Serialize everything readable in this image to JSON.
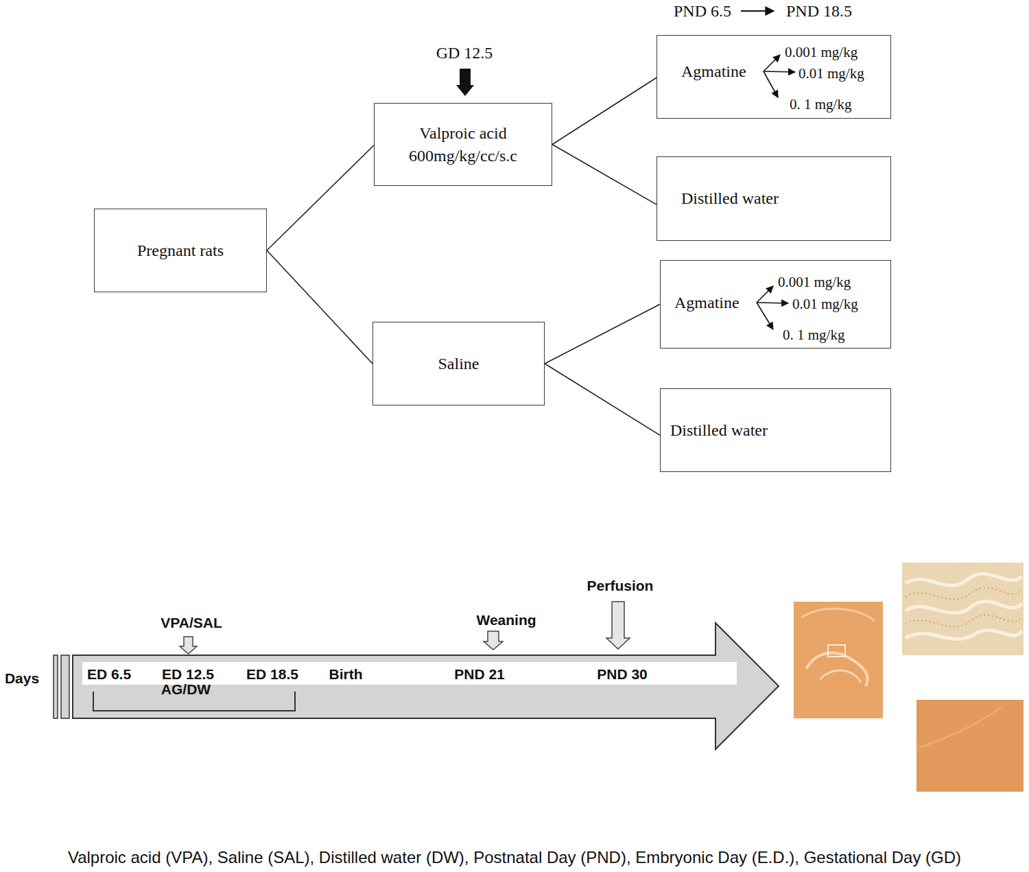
{
  "diagram": {
    "caption": "Valproic acid (VPA), Saline (SAL), Distilled water (DW), Postnatal Day (PND), Embryonic Day (E.D.), Gestational Day (GD)",
    "nodes": [
      {
        "text": [
          "Pregnant rats"
        ]
      },
      {
        "text": [
          "Valproic acid 600mg/kg/cc/s.c"
        ]
      },
      {
        "text": [
          "Agmatine",
          "0.001 mg/kg",
          "0.01 mg/kg",
          "0. 1 mg/kg"
        ]
      },
      {
        "text": [
          "Distilled water"
        ]
      },
      {
        "text": [
          "Saline"
        ]
      },
      {
        "text": [
          "Agmatine",
          "0.001 mg/kg",
          "0.01 mg/kg",
          "0. 1 mg/kg"
        ]
      },
      {
        "text": [
          "Distilled water"
        ]
      }
    ],
    "edges": [
      {
        "from": 0,
        "to": 1,
        "arrow": "none"
      },
      {
        "from": 0,
        "to": 4,
        "arrow": "none"
      },
      {
        "from": 1,
        "to": 2,
        "arrow": "none"
      },
      {
        "from": 1,
        "to": 3,
        "arrow": "none"
      },
      {
        "from": 4,
        "to": 5,
        "arrow": "none"
      },
      {
        "from": 4,
        "to": 6,
        "arrow": "none"
      }
    ],
    "labels": [
      "PND 6.5",
      "PND 18.5",
      "GD 12.5",
      "VPA/SAL",
      "Weaning",
      "Perfusion",
      "Days",
      "ED 6.5",
      "ED 12.5",
      "ED 18.5",
      "Birth",
      "PND 21",
      "PND 30",
      "AG/DW"
    ]
  }
}
